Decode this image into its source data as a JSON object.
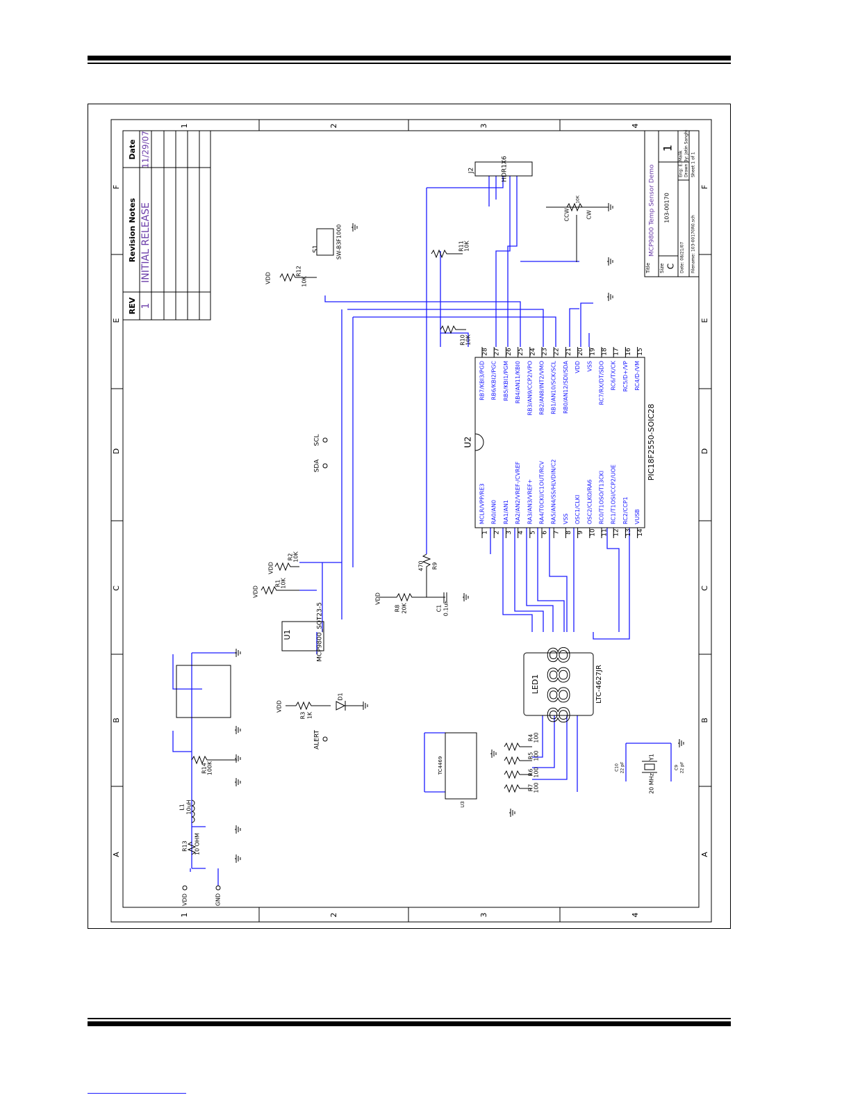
{
  "sheet": {
    "zones_top": [
      "1",
      "2",
      "3",
      "4"
    ],
    "zones_side": [
      "F",
      "E",
      "D",
      "C",
      "B",
      "A"
    ]
  },
  "revision": {
    "headers": [
      "REV",
      "Revision Notes",
      "Date"
    ],
    "rev": "1",
    "note": "INITIAL RELEASE",
    "date": "11/29/07"
  },
  "title_block": {
    "title_label": "Title",
    "title": "MCP9800 Temp Sensor Demo",
    "size_label": "Size",
    "size": "C",
    "number": "103-00170",
    "rev": "1",
    "date": "Date: 08/21/07",
    "eng": "Eng: E. Malik",
    "drawn": "Drawn By: Jatin Sanghi",
    "sheet": "Sheet 1 of 1",
    "filename": "Filename: 103-00170R0.sch"
  },
  "parts": {
    "u2_ref": "U2",
    "u2_part": "PIC18F2550-SOIC28",
    "u1_ref": "U1",
    "u1_part": "MCP9800_SOT23-5",
    "led1_ref": "LED1",
    "led1_part": "LTC-4627JR",
    "led1_digits": "8888",
    "j2_ref": "J2",
    "j2_part": "HDR1X6",
    "s1_ref": "S1",
    "s1_part": "SW-B3F1000",
    "u3_part": "TC4469",
    "u3_ref": "U3",
    "y1_ref": "Y1",
    "y1_val": "20 MHz",
    "r1": "R1",
    "r1_val": "10K",
    "r2": "R2",
    "r2_val": "10K",
    "r3": "R3",
    "r3_val": "1K",
    "r4": "R4",
    "r4_val": "100",
    "r5": "R5",
    "r5_val": "100",
    "r6": "R6",
    "r6_val": "100",
    "r7": "R7",
    "r7_val": "100",
    "r8": "R8",
    "r8_val": "20K",
    "r9": "R9",
    "r9_val": "470",
    "r10": "R10",
    "r10_val": "10K",
    "r11": "R11",
    "r11_val": "10K",
    "r12": "R12",
    "r12_val": "10K",
    "r13": "R13",
    "r13_val": "10 OHM",
    "r14": "R14",
    "r14_val": "100K",
    "c1": "C1",
    "c1_val": "0.1uF",
    "c9": "C9",
    "c9_val": "22 pF",
    "c10": "C10",
    "c10_val": "22 pF",
    "l1": "L1",
    "l1_val": "10uH",
    "d1": "D1",
    "rp1_val": "10K",
    "ccw": "CCW",
    "cw": "CW"
  },
  "nets": {
    "scl": "SCL",
    "sda": "SDA",
    "alert": "ALERT",
    "vdd": "VDD",
    "gnd": "GND"
  },
  "u2_left_pins": [
    {
      "num": "1",
      "name": "MCLR/VPP/RE3"
    },
    {
      "num": "2",
      "name": "RA0/AN0"
    },
    {
      "num": "3",
      "name": "RA1/AN1"
    },
    {
      "num": "4",
      "name": "RA2/AN2/VREF-/CVREF"
    },
    {
      "num": "5",
      "name": "RA3/AN3/VREF+"
    },
    {
      "num": "6",
      "name": "RA4/T0CKI/C1OUT/RCV"
    },
    {
      "num": "7",
      "name": "RA5/AN4/SS/HLVDIN/C2"
    },
    {
      "num": "8",
      "name": "VSS"
    },
    {
      "num": "9",
      "name": "OSC1/CLKI"
    },
    {
      "num": "10",
      "name": "OSC2/CLKO/RA6"
    },
    {
      "num": "11",
      "name": "RC0/T1OSO/T13CKI"
    },
    {
      "num": "12",
      "name": "RC1/T1OSI/CCP2/UOE"
    },
    {
      "num": "13",
      "name": "RC2/CCP1"
    },
    {
      "num": "14",
      "name": "VUSB"
    }
  ],
  "u2_right_pins": [
    {
      "num": "28",
      "name": "RB7/KBI3/PGD"
    },
    {
      "num": "27",
      "name": "RB6/KBI2/PGC"
    },
    {
      "num": "26",
      "name": "RB5/KBI1/PGM"
    },
    {
      "num": "25",
      "name": "RB4/AN11/KBI0"
    },
    {
      "num": "24",
      "name": "RB3/AN9/CCP2/VPO"
    },
    {
      "num": "23",
      "name": "RB2/AN8/INT2/VMO"
    },
    {
      "num": "22",
      "name": "RB1/AN10/SCK/SCL"
    },
    {
      "num": "21",
      "name": "RB0/AN12/SDI/SDA"
    },
    {
      "num": "20",
      "name": "VDD"
    },
    {
      "num": "19",
      "name": "VSS"
    },
    {
      "num": "18",
      "name": "RC7/RX/DT/SDO"
    },
    {
      "num": "17",
      "name": "RC6/TX/CK"
    },
    {
      "num": "16",
      "name": "RC5/D+/VP"
    },
    {
      "num": "15",
      "name": "RC4/D-/VM"
    }
  ]
}
